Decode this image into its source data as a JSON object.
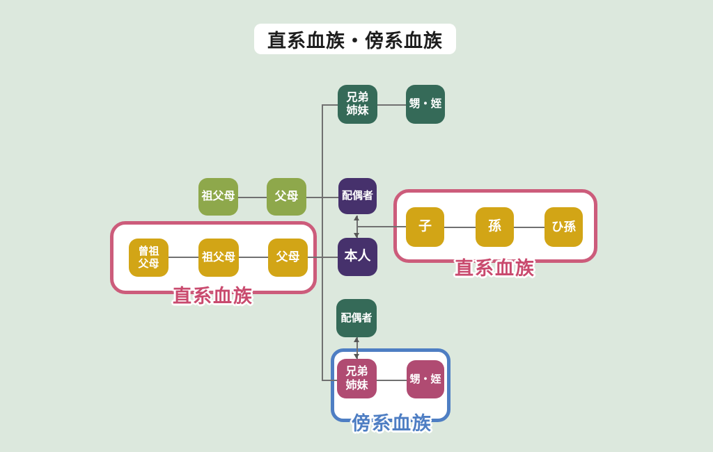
{
  "title": "直系血族・傍系血族",
  "nodes": {
    "sibling_top": {
      "label": "兄弟\n姉妹"
    },
    "nephew_top": {
      "label": "甥・姪"
    },
    "grandparents_olive": {
      "label": "祖父母"
    },
    "parents_olive": {
      "label": "父母"
    },
    "spouse_top": {
      "label": "配偶者"
    },
    "self": {
      "label": "本人"
    },
    "great_grandparents": {
      "label": "曾祖\n父母"
    },
    "grandparents_yellow": {
      "label": "祖父母"
    },
    "parents_yellow": {
      "label": "父母"
    },
    "child": {
      "label": "子"
    },
    "grandchild": {
      "label": "孫"
    },
    "great_grandchild": {
      "label": "ひ孫"
    },
    "spouse_bottom": {
      "label": "配偶者"
    },
    "sibling_bottom": {
      "label": "兄弟\n姉妹"
    },
    "nephew_bottom": {
      "label": "甥・姪"
    }
  },
  "groups": {
    "direct_left": {
      "label": "直系血族"
    },
    "direct_right": {
      "label": "直系血族"
    },
    "collateral": {
      "label": "傍系血族"
    }
  },
  "colors": {
    "background": "#dce8dd",
    "teal_node": "#356a58",
    "purple_node": "#46316c",
    "olive_node": "#8ea84b",
    "yellow_node": "#d2a516",
    "pink_node": "#b04b72",
    "pink_border": "#cc5c7b",
    "pink_label": "#c94a6e",
    "blue_border": "#4e7ec3",
    "connector_line": "#707070",
    "title_text": "#1d1d1d"
  }
}
